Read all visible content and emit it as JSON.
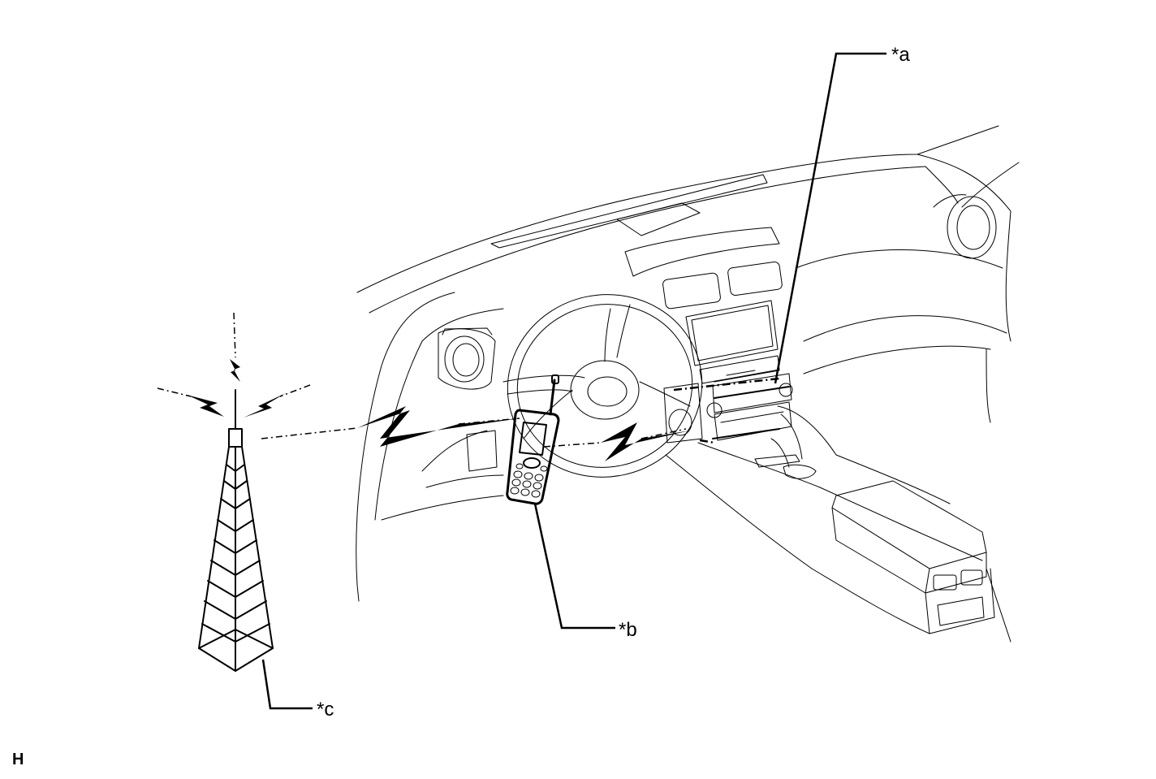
{
  "callouts": {
    "a": "*a",
    "b": "*b",
    "c": "*c"
  },
  "figure_code": "H"
}
